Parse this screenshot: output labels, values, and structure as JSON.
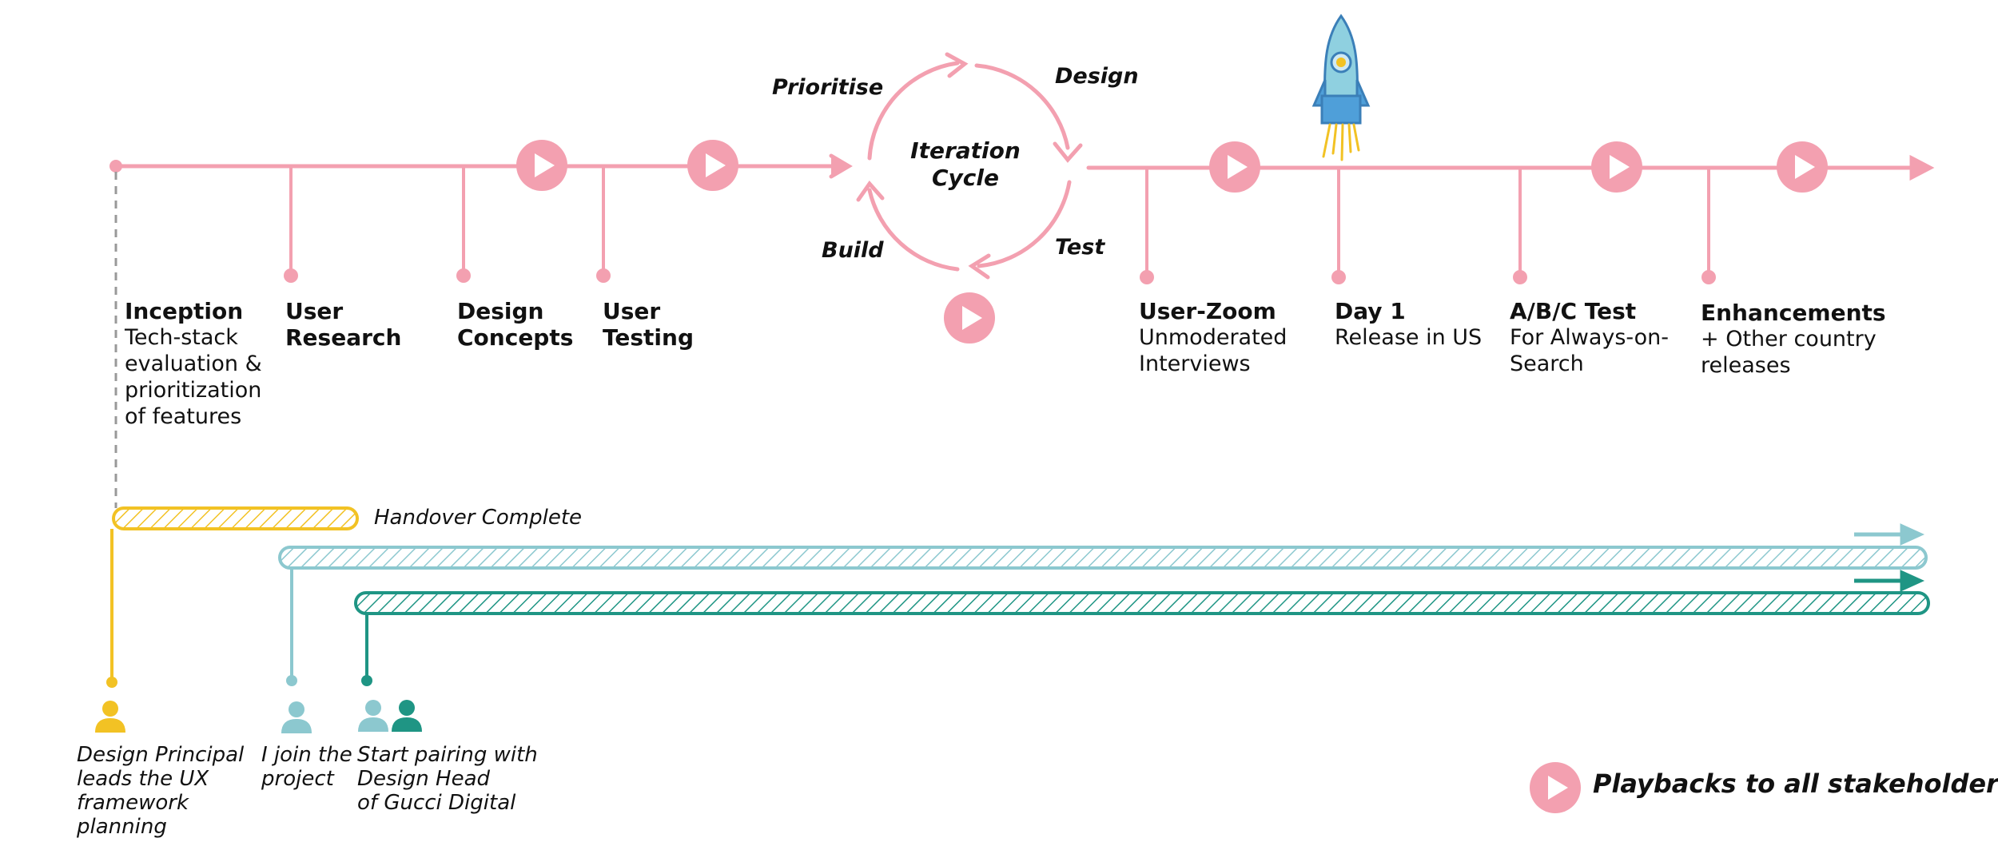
{
  "colors": {
    "pink": "#f3a0b0",
    "yellow": "#f2c224",
    "light_teal": "#8cc8cf",
    "dark_teal": "#1f9584",
    "rocket_blue": "#4f9fd9",
    "gray": "#999999"
  },
  "timeline_stages": [
    {
      "title": "Inception",
      "desc": "Tech-stack\nevaluation &\nprioritization\nof features"
    },
    {
      "title": "User\nResearch",
      "desc": ""
    },
    {
      "title": "Design\nConcepts",
      "desc": ""
    },
    {
      "title": "User\nTesting",
      "desc": ""
    },
    {
      "title": "User-Zoom",
      "desc": "Unmoderated\nInterviews"
    },
    {
      "title": "Day 1",
      "desc": "Release in US"
    },
    {
      "title": "A/B/C Test",
      "desc": "For Always-on-\nSearch"
    },
    {
      "title": "Enhancements",
      "desc": "+ Other country\nreleases"
    }
  ],
  "cycle": {
    "center": "Iteration\nCycle",
    "steps": [
      "Prioritise",
      "Design",
      "Test",
      "Build"
    ]
  },
  "bars": {
    "handover": "Handover Complete"
  },
  "people": [
    {
      "caption": "Design Principal\nleads the UX\nframework\nplanning"
    },
    {
      "caption": "I join the\nproject"
    },
    {
      "caption": "Start pairing with\nDesign Head\nof  Gucci Digital"
    }
  ],
  "legend": {
    "label": "Playbacks to all stakeholders"
  },
  "icons": {
    "playback": "play-circle-icon",
    "rocket": "rocket-icon",
    "person": "person-icon"
  }
}
